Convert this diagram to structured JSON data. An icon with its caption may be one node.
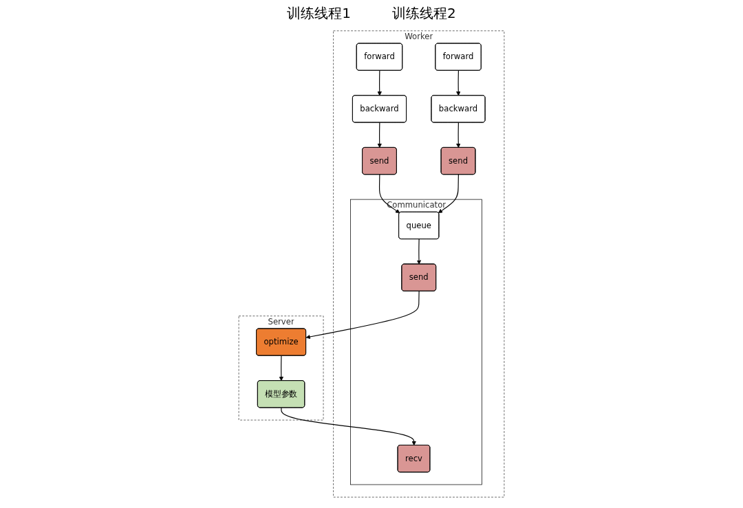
{
  "diagram": {
    "nodes": [
      {
        "text": [
          "Worker"
        ]
      },
      {
        "text": [
          "forward"
        ],
        "in": 0
      },
      {
        "text": [
          "forward"
        ],
        "in": 0
      },
      {
        "text": [
          "backward"
        ],
        "in": 0
      },
      {
        "text": [
          "backward"
        ],
        "in": 0
      },
      {
        "text": [
          "send"
        ],
        "in": 0
      },
      {
        "text": [
          "send"
        ],
        "in": 0
      },
      {
        "text": [
          "Communicator"
        ],
        "in": 0
      },
      {
        "text": [
          "queue"
        ],
        "in": 7
      },
      {
        "text": [
          "send"
        ],
        "in": 7
      },
      {
        "text": [
          "recv"
        ],
        "in": 7
      },
      {
        "text": [
          "Server"
        ]
      },
      {
        "text": [
          "optimize"
        ],
        "in": 11
      },
      {
        "text": [
          "模型参数"
        ],
        "in": 11
      }
    ],
    "edges": [
      {
        "from": 1,
        "to": 3,
        "arrow": "to"
      },
      {
        "from": 2,
        "to": 4,
        "arrow": "to"
      },
      {
        "from": 3,
        "to": 5,
        "arrow": "to"
      },
      {
        "from": 4,
        "to": 6,
        "arrow": "to"
      },
      {
        "from": 5,
        "to": 8,
        "arrow": "to"
      },
      {
        "from": 6,
        "to": 8,
        "arrow": "to"
      },
      {
        "from": 8,
        "to": 9,
        "arrow": "to"
      },
      {
        "from": 9,
        "to": 12,
        "arrow": "to"
      },
      {
        "from": 12,
        "to": 13,
        "arrow": "to"
      },
      {
        "from": 13,
        "to": 10,
        "arrow": "to"
      }
    ],
    "labels": [
      "训练线程1",
      "训练线程2"
    ]
  }
}
